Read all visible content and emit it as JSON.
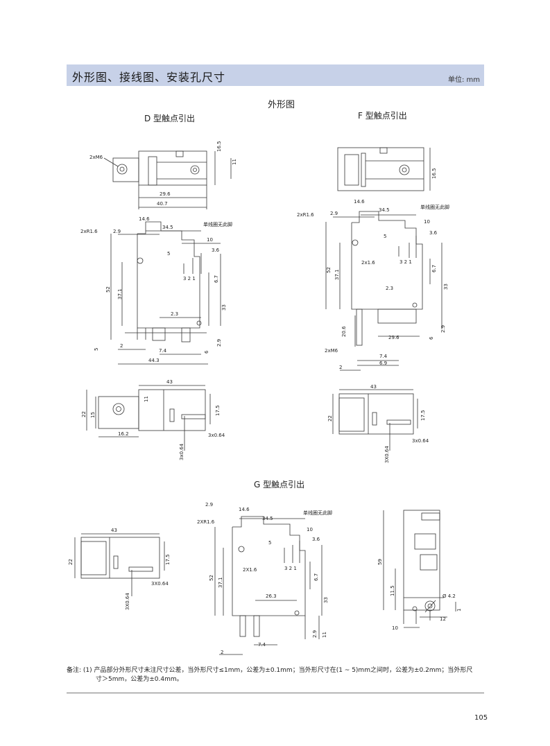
{
  "header": {
    "title": "外形图、接线图、安装孔尺寸",
    "unit": "单位: mm"
  },
  "main_title": "外形图",
  "sections": {
    "d": "D 型触点引出",
    "f": "F 型触点引出",
    "g": "G 型触点引出"
  },
  "dims": {
    "d": {
      "m6": "2xM6",
      "w296": "29.6",
      "w407": "40.7",
      "h165": "16.5",
      "h11": "11",
      "d146": "14.6",
      "d345": "34.5",
      "r16": "2xR1.6",
      "d29": "2.9",
      "d10": "10",
      "d36": "3.6",
      "d5": "5",
      "coil": "单线圈无此脚",
      "pins": "3   2   1",
      "h52": "52",
      "h371": "37.1",
      "h67": "6.7",
      "h33": "33",
      "d23": "2.3",
      "h5": "5",
      "d2": "2",
      "d74": "7.4",
      "h6": "6",
      "h29": "2.9",
      "d443": "44.3",
      "w43": "43",
      "h22": "22",
      "h15": "15",
      "h11b": "11",
      "h175": "17.5",
      "w162": "16.2",
      "t064a": "3x0.64",
      "t064b": "3x0.64"
    },
    "f": {
      "h165": "16.5",
      "d146": "14.6",
      "d345": "34.5",
      "r16": "2xR1.6",
      "d29": "2.9",
      "coil": "单线圈无此脚",
      "d10": "10",
      "d5": "5",
      "d36": "3.6",
      "h52": "52",
      "h371": "37.1",
      "x16": "2x1.6",
      "pins": "3   2   1",
      "h67": "6.7",
      "h33": "33",
      "d23": "2.3",
      "h206": "20.6",
      "d296": "29.6",
      "h6": "6",
      "h29": "2.9",
      "m6": "2xM6",
      "d74": "7.4",
      "d69": "6.9",
      "d2": "2",
      "w43": "43",
      "h22": "22",
      "h175": "17.5",
      "t064a": "3x0.64",
      "t064b": "3X0.64"
    },
    "g": {
      "w43": "43",
      "h22": "22",
      "h175": "17.5",
      "t064a": "3X0.64",
      "t064b": "3X0.64",
      "d29": "2.9",
      "d146": "14.6",
      "r16": "2XR1.6",
      "d345": "34.5",
      "coil": "单线圈无此脚",
      "d10": "10",
      "d5": "5",
      "d36": "3.6",
      "h52": "52",
      "x16": "2X1.6",
      "pins": "3   2   1",
      "h67": "6.7",
      "h371": "37.1",
      "d263": "26.3",
      "h33": "33",
      "h29": "2.9",
      "h11": "11",
      "d74": "7.4",
      "d2": "2",
      "h59": "59",
      "h115": "11.5",
      "phi": "Ø 4.2",
      "d12": "12",
      "d10b": "10",
      "one": "1"
    }
  },
  "note": {
    "line1": "备注:  (1)  产品部分外形尺寸未注尺寸公差，当外形尺寸≤1mm，公差为±0.1mm；当外形尺寸在(1 ~ 5)mm之间时，公差为±0.2mm；当外形尺",
    "line2": "寸＞5mm，公差为±0.4mm。"
  },
  "page_number": "105"
}
